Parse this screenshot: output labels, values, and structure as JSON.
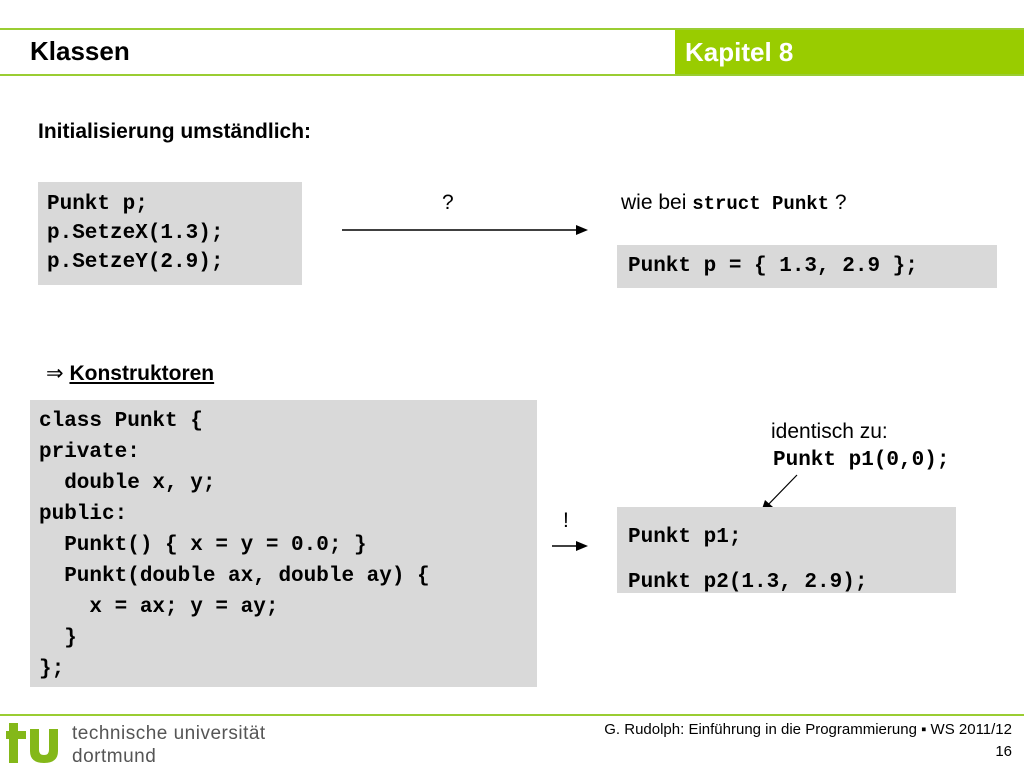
{
  "header": {
    "title": "Klassen",
    "chapter": "Kapitel 8",
    "accent_color": "#99cc00"
  },
  "content": {
    "heading": "Initialisierung umständlich:",
    "code_setze": [
      "Punkt p;",
      "p.SetzeX(1.3);",
      "p.SetzeY(2.9);"
    ],
    "question_mark": "?",
    "wie_bei_prefix": "wie bei ",
    "wie_bei_code": "struct Punkt",
    "wie_bei_suffix": " ?",
    "code_struct": [
      "Punkt p = { 1.3, 2.9 };"
    ],
    "implies_symbol": "⇒",
    "konstruktoren": "Konstruktoren",
    "code_class": [
      "class Punkt {",
      "private:",
      "  double x, y;",
      "public:",
      "  Punkt() { x = y = 0.0; }",
      "  Punkt(double ax, double ay) {",
      "    x = ax; y = ay;",
      "  }",
      "};"
    ],
    "exclamation": "!",
    "identisch_label": "identisch zu:",
    "identisch_code": "Punkt p1(0,0);",
    "code_p1": [
      "Punkt p1;",
      "Punkt p2(1.3, 2.9);"
    ]
  },
  "footer": {
    "university_line1": "technische universität",
    "university_line2": "dortmund",
    "lecture_text": "G. Rudolph: Einführung in die Programmierung ▪ WS 2011/12",
    "page_number": "16",
    "logo_color": "#84b819"
  }
}
